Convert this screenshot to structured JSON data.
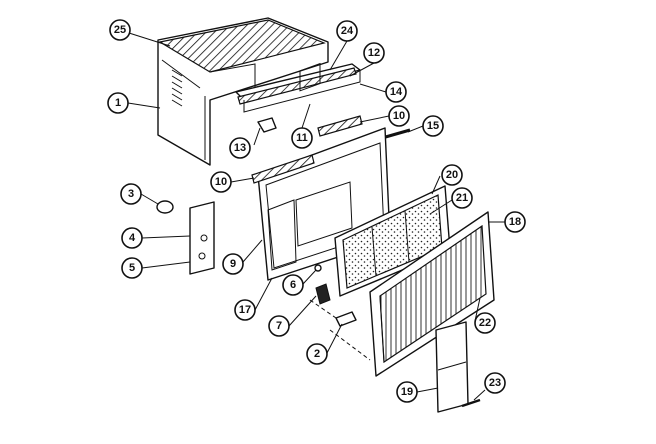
{
  "diagram": {
    "callouts": [
      {
        "label": "25"
      },
      {
        "label": "24"
      },
      {
        "label": "12"
      },
      {
        "label": "14"
      },
      {
        "label": "1"
      },
      {
        "label": "11"
      },
      {
        "label": "10"
      },
      {
        "label": "13"
      },
      {
        "label": "15"
      },
      {
        "label": "10"
      },
      {
        "label": "3"
      },
      {
        "label": "20"
      },
      {
        "label": "21"
      },
      {
        "label": "18"
      },
      {
        "label": "4"
      },
      {
        "label": "9"
      },
      {
        "label": "5"
      },
      {
        "label": "6"
      },
      {
        "label": "17"
      },
      {
        "label": "7"
      },
      {
        "label": "22"
      },
      {
        "label": "2"
      },
      {
        "label": "19"
      },
      {
        "label": "23"
      }
    ]
  }
}
